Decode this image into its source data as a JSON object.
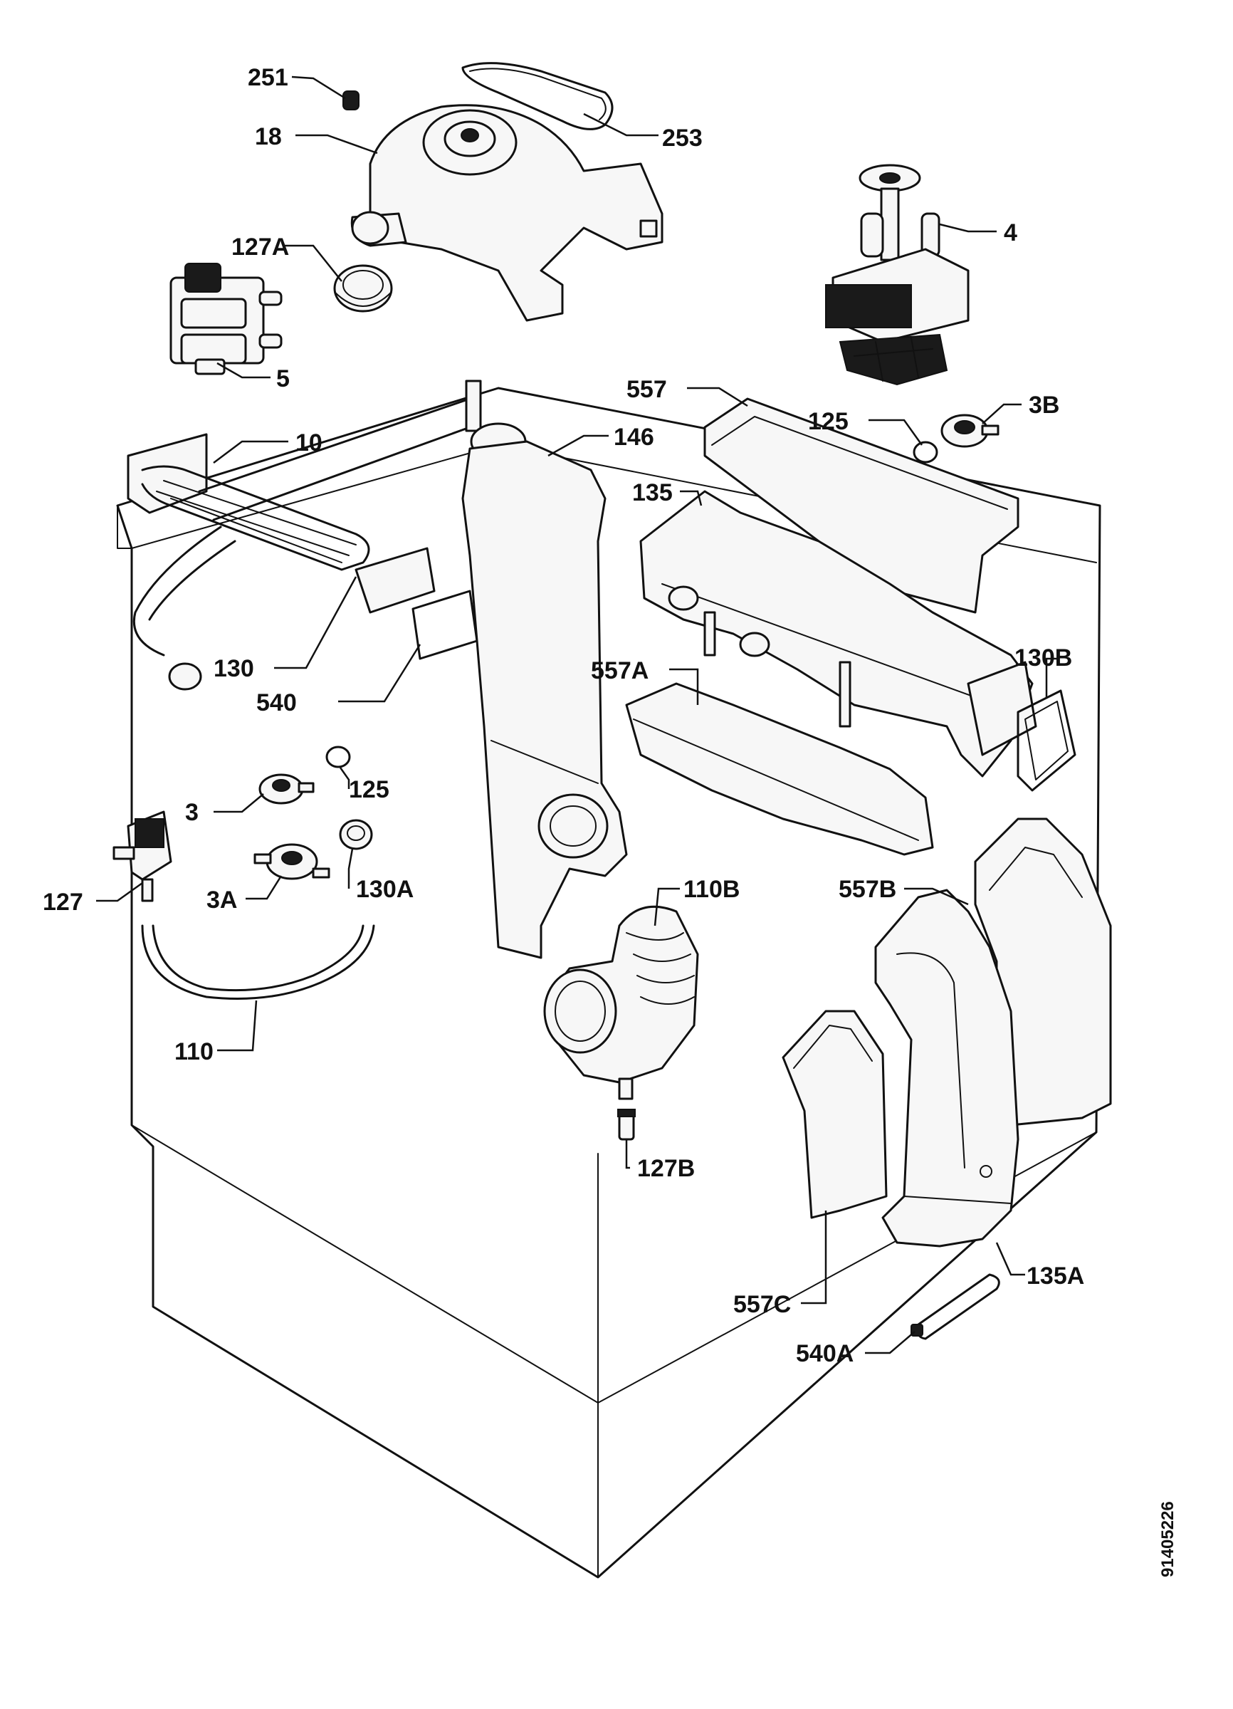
{
  "labels": {
    "p251": "251",
    "p18": "18",
    "p253": "253",
    "p127A": "127A",
    "p4": "4",
    "p5": "5",
    "p557": "557",
    "p125a": "125",
    "p3B": "3B",
    "p10": "10",
    "p146": "146",
    "p135": "135",
    "p130B": "130B",
    "p130": "130",
    "p540": "540",
    "p557A": "557A",
    "p125b": "125",
    "p3": "3",
    "p127": "127",
    "p3A": "3A",
    "p130A": "130A",
    "p110B": "110B",
    "p557B": "557B",
    "p110": "110",
    "p127B": "127B",
    "p135A": "135A",
    "p557C": "557C",
    "p540A": "540A"
  },
  "document_number": "91405226"
}
